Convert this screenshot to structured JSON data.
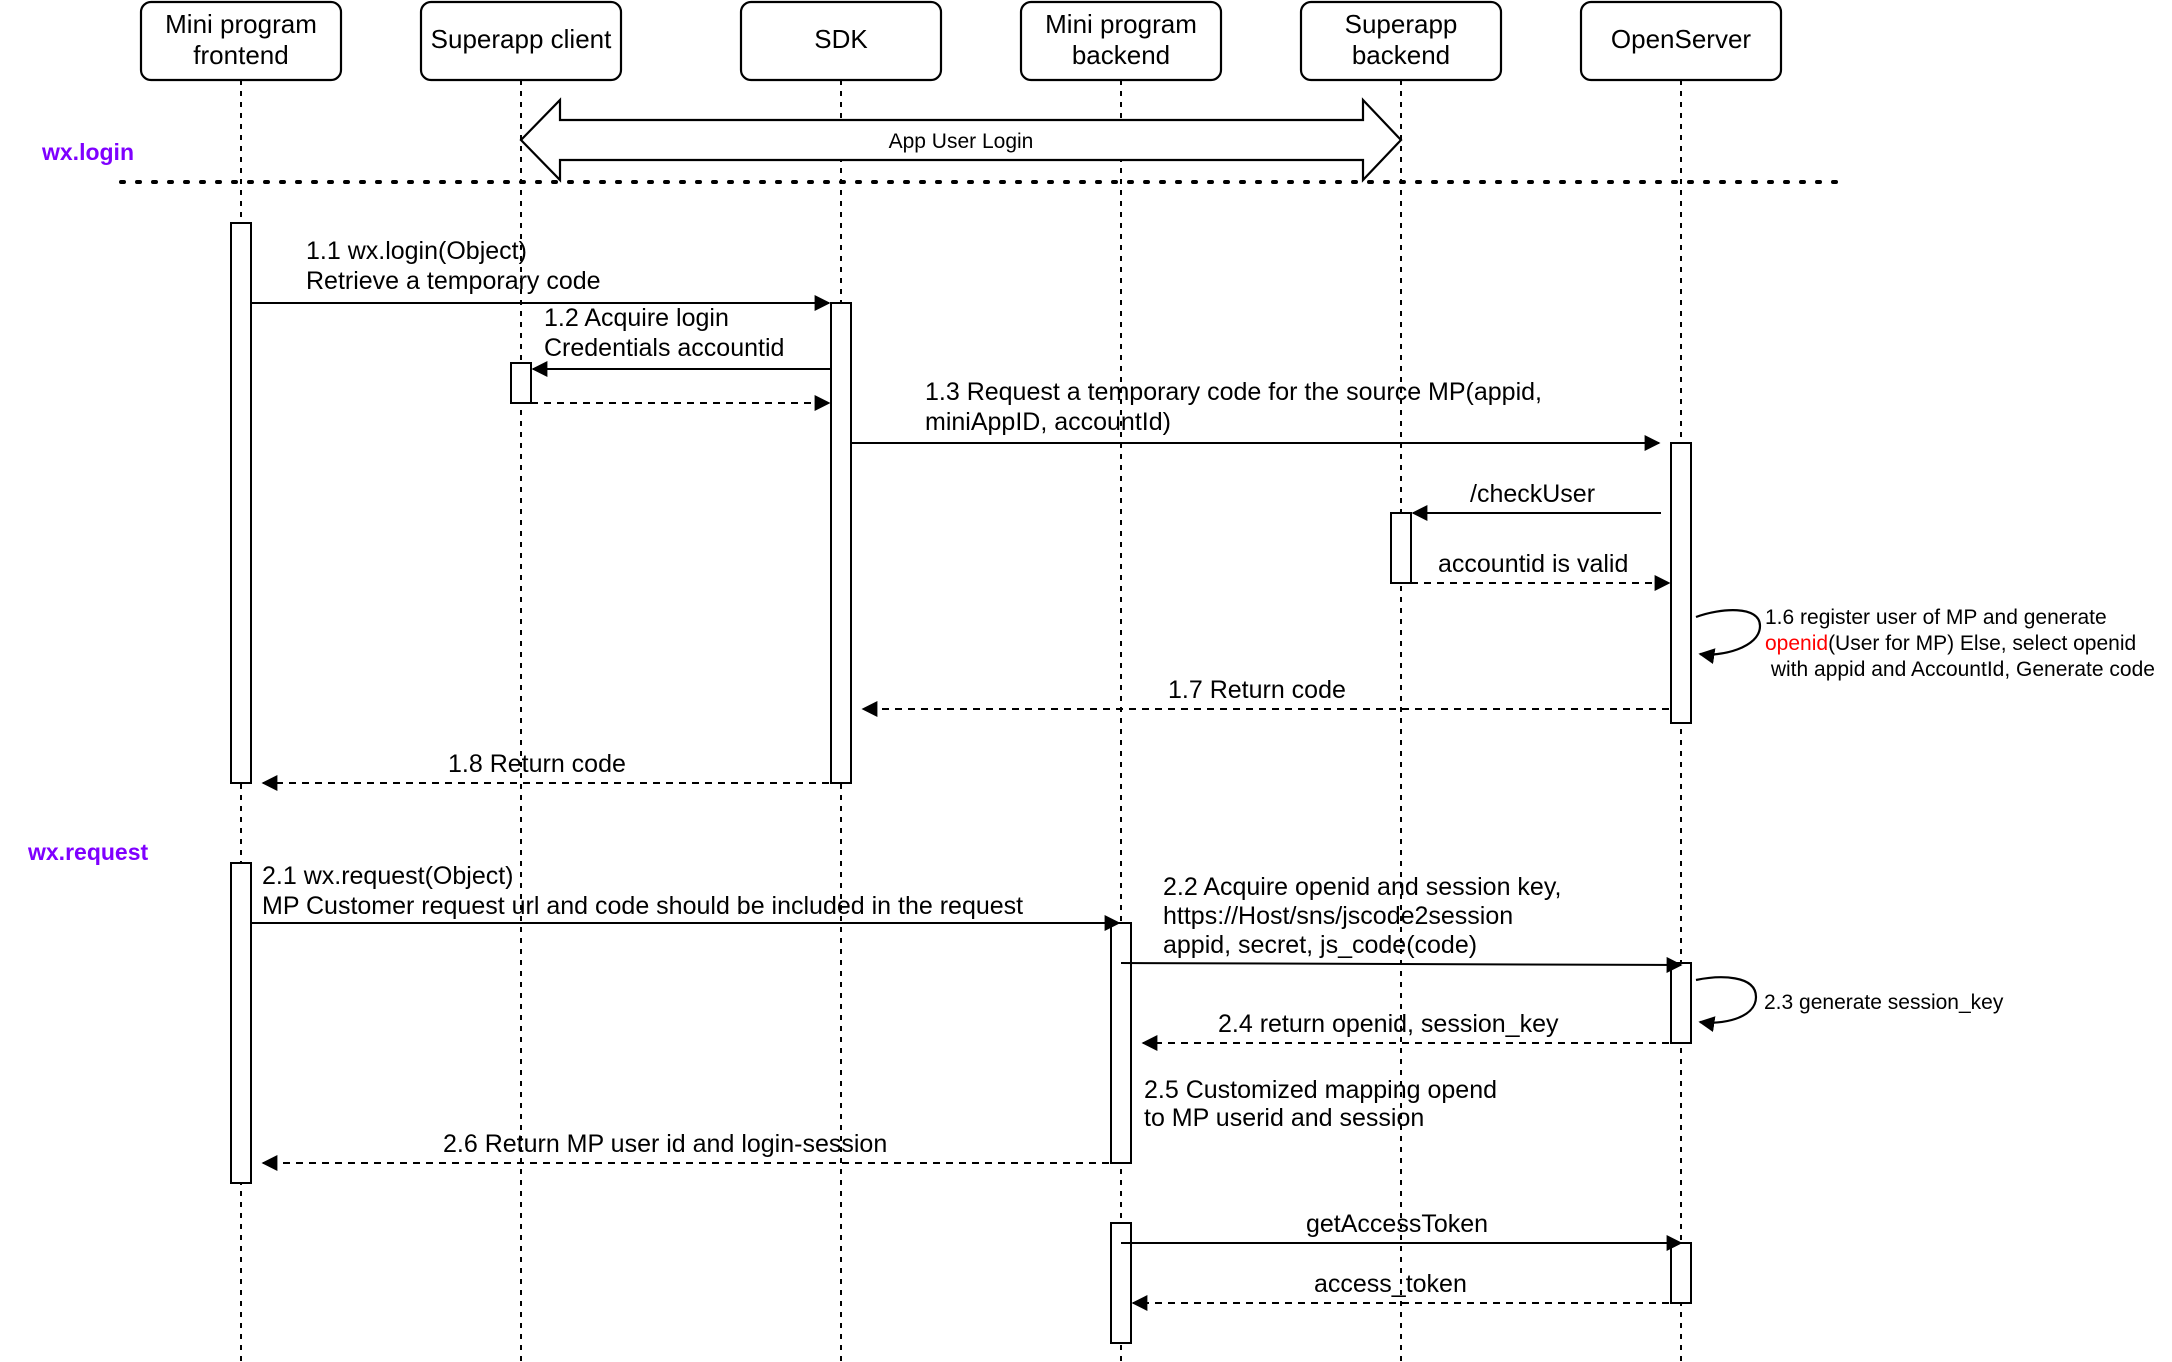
{
  "diagram": {
    "participants": [
      {
        "id": "mp-frontend",
        "lines": [
          "Mini program",
          "frontend"
        ]
      },
      {
        "id": "superapp-client",
        "lines": [
          "Superapp client"
        ]
      },
      {
        "id": "sdk",
        "lines": [
          "SDK"
        ]
      },
      {
        "id": "mp-backend",
        "lines": [
          "Mini program",
          "backend"
        ]
      },
      {
        "id": "superapp-backend",
        "lines": [
          "Superapp",
          "backend"
        ]
      },
      {
        "id": "openserver",
        "lines": [
          "OpenServer"
        ]
      }
    ],
    "sections": {
      "login": "wx.login",
      "request": "wx.request"
    },
    "section_color": "#7f00ff",
    "highlight_color": "#ff0000",
    "app_user_login": "App User Login",
    "messages": {
      "m1_1": [
        "1.1 wx.login(Object)",
        "Retrieve a temporary code"
      ],
      "m1_2": [
        "1.2 Acquire login",
        "Credentials accountid"
      ],
      "m1_3": [
        "1.3 Request a temporary code for the source MP(appid,",
        "miniAppID, accountId)"
      ],
      "m_check_user": "/checkUser",
      "m_account_valid": "accountid is valid",
      "m1_6": {
        "line1": "1.6 register user of MP and generate",
        "line2_highlight": "openid",
        "line2_rest": "(User for MP) Else, select openid",
        "line3": " with appid and AccountId, Generate code"
      },
      "m1_7": "1.7 Return code",
      "m1_8": "1.8 Return code",
      "m2_1": [
        "2.1 wx.request(Object)",
        "MP Customer request url and code should be included in the request"
      ],
      "m2_2": [
        "2.2 Acquire openid and session key,",
        "https://Host/sns/jscode2session",
        "appid, secret, js_code(code)"
      ],
      "m2_3": "2.3 generate session_key",
      "m2_4": "2.4 return openid, session_key",
      "m2_5": [
        "2.5 Customized mapping opend",
        "to MP userid and session"
      ],
      "m2_6": "2.6 Return MP user id and login-session",
      "m_get_token": "getAccessToken",
      "m_access_token": "access_token"
    }
  }
}
